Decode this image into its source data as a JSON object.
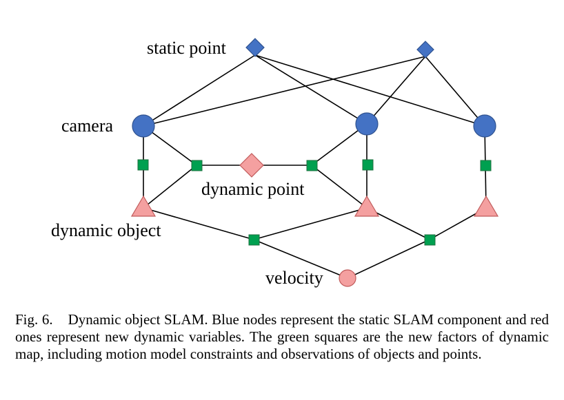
{
  "labels": {
    "static_point": "static point",
    "camera": "camera",
    "dynamic_point": "dynamic point",
    "dynamic_object": "dynamic object",
    "velocity": "velocity"
  },
  "caption": {
    "figure": "Fig. 6.",
    "text": "Dynamic object SLAM. Blue nodes represent the static SLAM component and red ones represent new dynamic variables. The green squares are the new factors of dynamic map, including motion model constraints and observations of objects and points."
  },
  "colors": {
    "static_node": "#4472C4",
    "dynamic_node": "#F4A0A0",
    "factor": "#00A050",
    "outline": "#2F528F",
    "dynamic_outline": "#C05A5A",
    "factor_outline": "#1F6F3F"
  }
}
